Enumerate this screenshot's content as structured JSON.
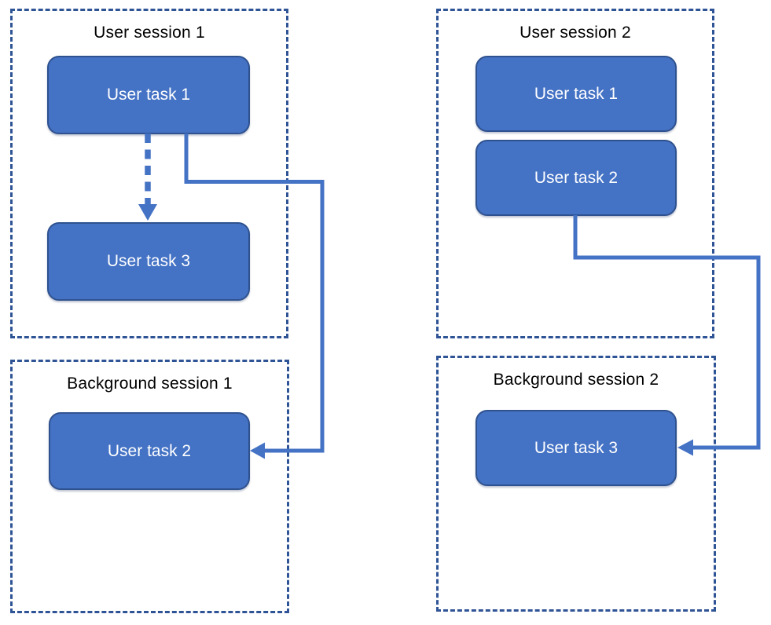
{
  "diagram": {
    "user_session_1": {
      "title": "User session 1",
      "task_1_label": "User task 1",
      "task_3_label": "User task 3"
    },
    "background_session_1": {
      "title": "Background session 1",
      "task_2_label": "User task 2"
    },
    "user_session_2": {
      "title": "User session 2",
      "task_1_label": "User task 1",
      "task_2_label": "User task 2"
    },
    "background_session_2": {
      "title": "Background session 2",
      "task_3_label": "User task 3"
    },
    "connectors": [
      {
        "name": "user-task-1-to-user-task-3",
        "from": "User session 1 / User task 1",
        "to": "User session 1 / User task 3",
        "style": "dashed",
        "arrow": "down"
      },
      {
        "name": "user-task-1-to-user-task-2",
        "from": "User session 1 / User task 1",
        "to": "Background session 1 / User task 2",
        "style": "solid-elbow",
        "arrow": "left"
      },
      {
        "name": "user-task-2-to-user-task-3",
        "from": "User session 2 / User task 2",
        "to": "Background session 2 / User task 3",
        "style": "solid-elbow",
        "arrow": "left"
      }
    ],
    "colors": {
      "task_fill": "#4472C4",
      "task_border": "#2F528F",
      "task_text": "#FFFFFF",
      "connector": "#4472C4",
      "session_border": "#2F5496",
      "title_text": "#000000",
      "background": "#FFFFFF"
    }
  }
}
